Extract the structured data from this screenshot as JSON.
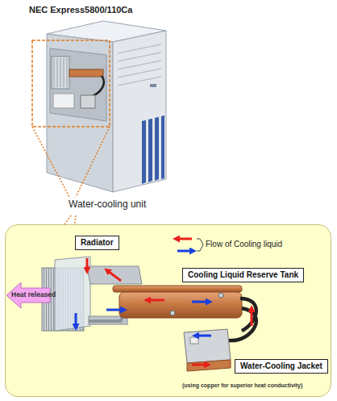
{
  "diagram": {
    "title": "NEC Express5800/110Ca",
    "nodes": [
      {
        "text": [
          "Water-cooling unit"
        ]
      },
      {
        "text": [
          "Radiator"
        ],
        "in": 0
      },
      {
        "text": [
          "Cooling Liquid Reserve Tank"
        ],
        "in": 0
      },
      {
        "text": [
          "Water-Cooling Jacket"
        ],
        "in": 0
      }
    ],
    "labels": [
      "Heat released",
      "(using copper for superior heat conductivity)"
    ],
    "legend": [
      {
        "text": "Flow of Cooling liquid"
      }
    ]
  }
}
